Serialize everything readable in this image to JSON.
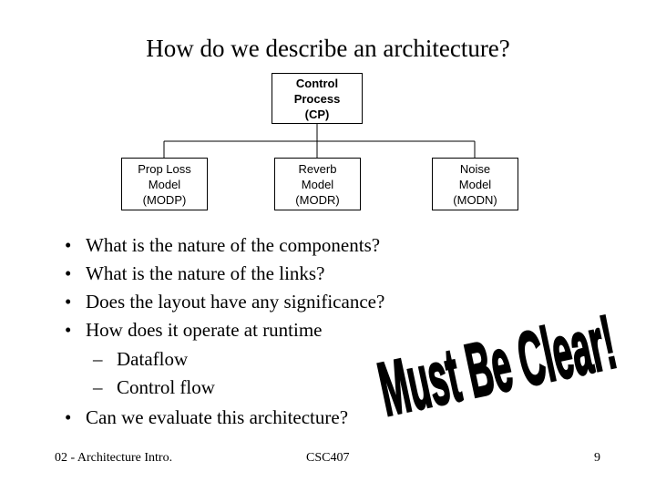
{
  "title": "How do we describe an architecture?",
  "diagram": {
    "root": {
      "line1": "Control",
      "line2": "Process",
      "line3": "(CP)"
    },
    "children": [
      {
        "line1": "Prop Loss",
        "line2": "Model",
        "line3": "(MODP)"
      },
      {
        "line1": "Reverb",
        "line2": "Model",
        "line3": "(MODR)"
      },
      {
        "line1": "Noise",
        "line2": "Model",
        "line3": "(MODN)"
      }
    ]
  },
  "bullets": [
    "What is the nature of the components?",
    "What is the nature of the links?",
    "Does the layout have any significance?",
    "How does it operate at runtime"
  ],
  "sub_bullets": [
    "Dataflow",
    "Control flow"
  ],
  "last_bullet": "Can we evaluate this architecture?",
  "bullet_glyph": "•",
  "dash_glyph": "–",
  "stamp_text": "Must Be Clear!",
  "footer": {
    "left": "02 - Architecture Intro.",
    "center": "CSC407",
    "right": "9"
  }
}
